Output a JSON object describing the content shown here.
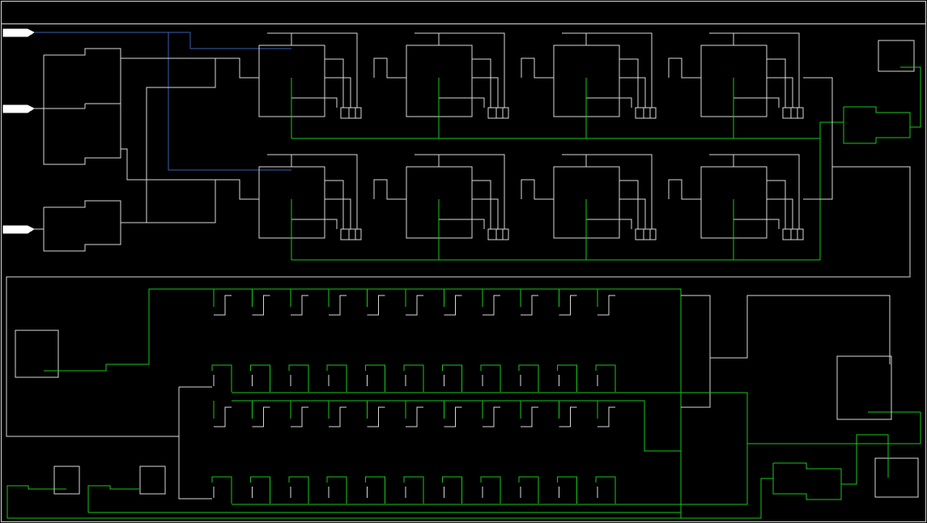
{
  "colors": {
    "background": "#000000",
    "wire": "#d8d8d8",
    "signal": "#19c819",
    "clock": "#3a5fb0"
  },
  "diagram": {
    "upper_register_rows": 2,
    "upper_register_cols": 4,
    "lower_bit_rows": 4,
    "lower_bit_cols": 11,
    "input_pins": 3
  }
}
